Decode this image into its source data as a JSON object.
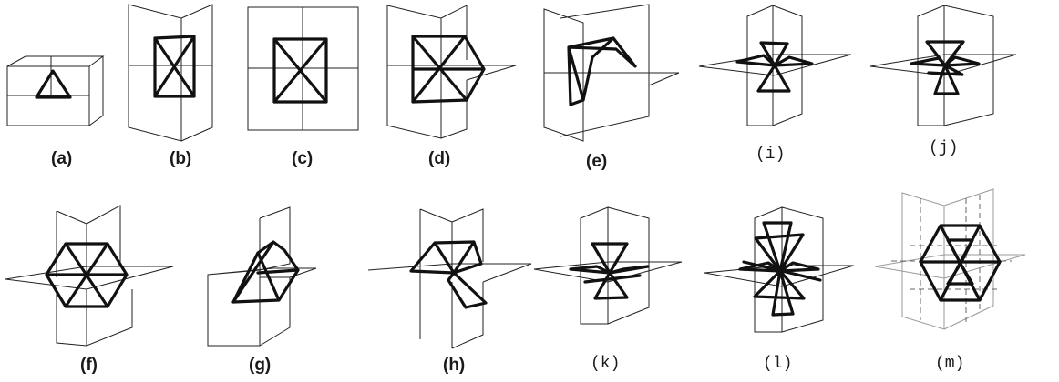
{
  "figure": {
    "panels": [
      {
        "id": "a",
        "label": "(a)",
        "style": "sans"
      },
      {
        "id": "b",
        "label": "(b)",
        "style": "sans"
      },
      {
        "id": "c",
        "label": "(c)",
        "style": "sans"
      },
      {
        "id": "d",
        "label": "(d)",
        "style": "sans"
      },
      {
        "id": "e",
        "label": "(e)",
        "style": "sans"
      },
      {
        "id": "i",
        "label": "(i)",
        "style": "mono"
      },
      {
        "id": "j",
        "label": "(j)",
        "style": "mono"
      },
      {
        "id": "f",
        "label": "(f)",
        "style": "sans"
      },
      {
        "id": "g",
        "label": "(g)",
        "style": "sans"
      },
      {
        "id": "h",
        "label": "(h)",
        "style": "sans"
      },
      {
        "id": "k",
        "label": "(k)",
        "style": "mono"
      },
      {
        "id": "l",
        "label": "(l)",
        "style": "mono"
      },
      {
        "id": "m",
        "label": "(m)",
        "style": "mono"
      }
    ]
  }
}
